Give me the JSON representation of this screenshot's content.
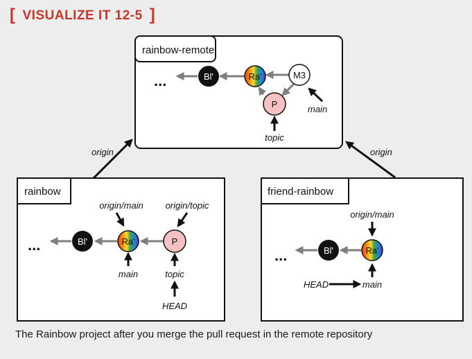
{
  "heading": {
    "bracket_open": "[",
    "title": "VISUALIZE IT 12-5",
    "bracket_close": "]"
  },
  "caption": "The Rainbow project after you merge the pull request in the remote repository",
  "colors": {
    "accent": "#c5362b",
    "background": "#ededed",
    "gray_arrow": "#7f7f7f",
    "pink_node": "#f4c2c2"
  },
  "repos": {
    "remote": {
      "name": "rainbow-remote",
      "ellipsis": "...",
      "commits": {
        "bl": "Bl'",
        "ra": "Ra'",
        "p": "P",
        "m3": "M3"
      },
      "labels": {
        "main": "main",
        "topic": "topic"
      }
    },
    "local": {
      "name": "rainbow",
      "ellipsis": "...",
      "commits": {
        "bl": "Bl'",
        "ra": "Ra'",
        "p": "P"
      },
      "labels": {
        "origin_main": "origin/main",
        "origin_topic": "origin/topic",
        "main": "main",
        "topic": "topic",
        "head": "HEAD"
      }
    },
    "friend": {
      "name": "friend-rainbow",
      "ellipsis": "...",
      "commits": {
        "bl": "Bl'",
        "ra": "Ra'"
      },
      "labels": {
        "origin_main": "origin/main",
        "main": "main",
        "head": "HEAD"
      }
    }
  },
  "remote_links": {
    "left": "origin",
    "right": "origin"
  }
}
